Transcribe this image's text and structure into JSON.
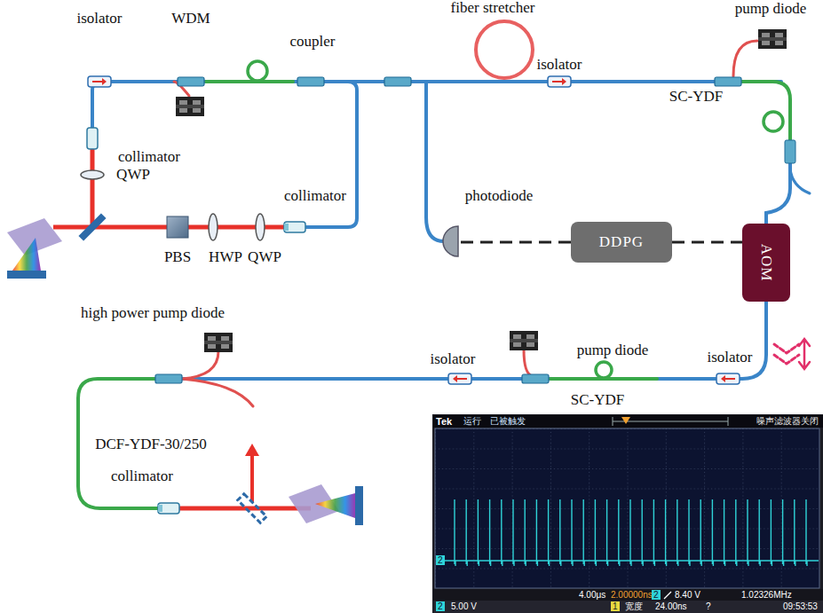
{
  "diagram": {
    "nodes": [
      {
        "text": [
          "DDPG"
        ]
      },
      {
        "text": [
          "AOM"
        ]
      }
    ],
    "edges": [
      {
        "from": 0,
        "to": 1,
        "arrow": "none"
      }
    ],
    "labels": [
      "isolator",
      "WDM",
      "coupler",
      "fiber stretcher",
      "pump diode",
      "isolator",
      "SC-YDF",
      "collimator",
      "QWP",
      "photodiode",
      "PBS",
      "HWP",
      "QWP",
      "collimator",
      "high power pump diode",
      "isolator",
      "pump diode",
      "isolator",
      "SC-YDF",
      "DCF-YDF-30/250",
      "collimator",
      "Tek",
      "运行",
      "已被触发",
      "噪声滤波器关闭",
      "2",
      "4.00μs",
      "2.00000ns",
      "2",
      "8.40 V",
      "1.02326MHz",
      "2",
      "5.00 V",
      "1",
      "宽度",
      "24.00ns",
      "?",
      "09:53:53"
    ]
  }
}
